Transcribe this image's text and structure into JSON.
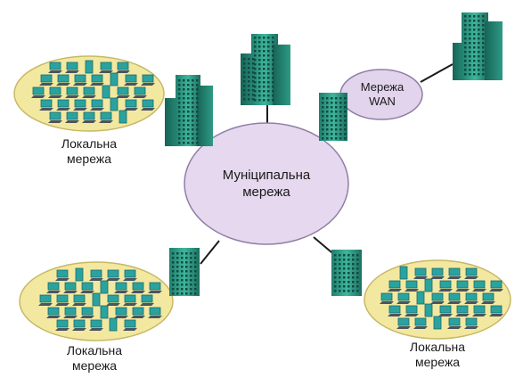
{
  "center_network": {
    "line1": "Муніципальна",
    "line2": "мережа"
  },
  "wan": {
    "line1": "Мережа",
    "line2": "WAN"
  },
  "lan_networks": [
    {
      "line1": "Локальна",
      "line2": "мережа"
    },
    {
      "line1": "Локальна",
      "line2": "мережа"
    },
    {
      "line1": "Локальна",
      "line2": "мережа"
    }
  ],
  "colors": {
    "center_fill": "#e6d8ee",
    "wan_fill": "#e2d4ec",
    "lan_fill": "#f3e8a0",
    "building": "#2e9a86",
    "link": "#1a1a1a",
    "computer": "#2aa3a0"
  }
}
